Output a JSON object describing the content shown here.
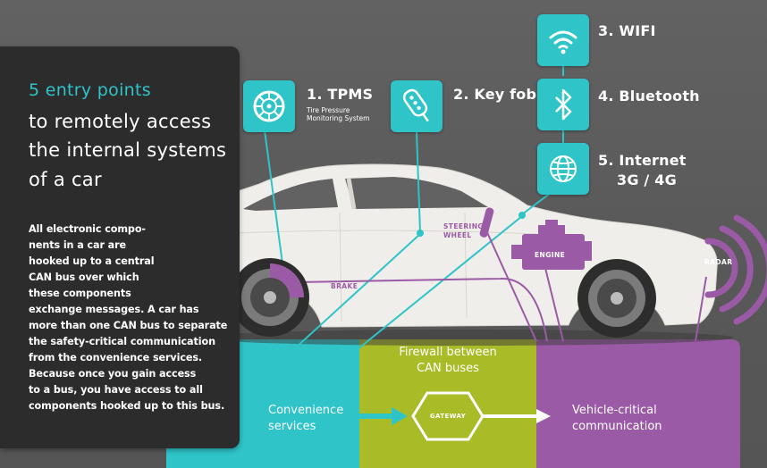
{
  "left_panel": {
    "highlight": "5 entry points",
    "title_lines": [
      "to remotely access",
      "the internal systems",
      "of a car"
    ],
    "body_lines": [
      "All electronic compo-",
      "nents in a car are",
      "hooked up to a central",
      "CAN bus over which",
      "these components",
      "exchange messages. A car has",
      "more than one CAN bus to separate",
      "the safety-critical communication",
      "from the convenience services.",
      "Because once you gain access",
      "to a bus, you have access to all",
      "components hooked up to this bus."
    ]
  },
  "entry_points": [
    {
      "label": "1. TPMS",
      "sublabel_lines": [
        "Tire Pressure",
        "Monitoring System"
      ],
      "icon": "tire-icon"
    },
    {
      "label": "2. Key fob",
      "icon": "key-fob-icon"
    },
    {
      "label": "3. WIFI",
      "icon": "wifi-icon"
    },
    {
      "label": "4. Bluetooth",
      "icon": "bluetooth-icon"
    },
    {
      "label": "5. Internet",
      "label_line2": "3G / 4G",
      "icon": "globe-icon"
    }
  ],
  "car_parts": {
    "steering_wheel_lines": [
      "STEERING",
      "WHEEL"
    ],
    "engine": "ENGINE",
    "brake": "BRAKE",
    "radar": "RADAR"
  },
  "flow": {
    "convenience_lines": [
      "Convenience",
      "services"
    ],
    "firewall_lines": [
      "Firewall between",
      "CAN buses"
    ],
    "gateway": "GATEWAY",
    "critical_lines": [
      "Vehicle-critical",
      "communication"
    ]
  },
  "colors": {
    "teal": "#2ec4c8",
    "lime": "#a9bb27",
    "purple": "#9b5aa6",
    "panel": "#2c2c2c",
    "background": "#5b5b5b"
  }
}
